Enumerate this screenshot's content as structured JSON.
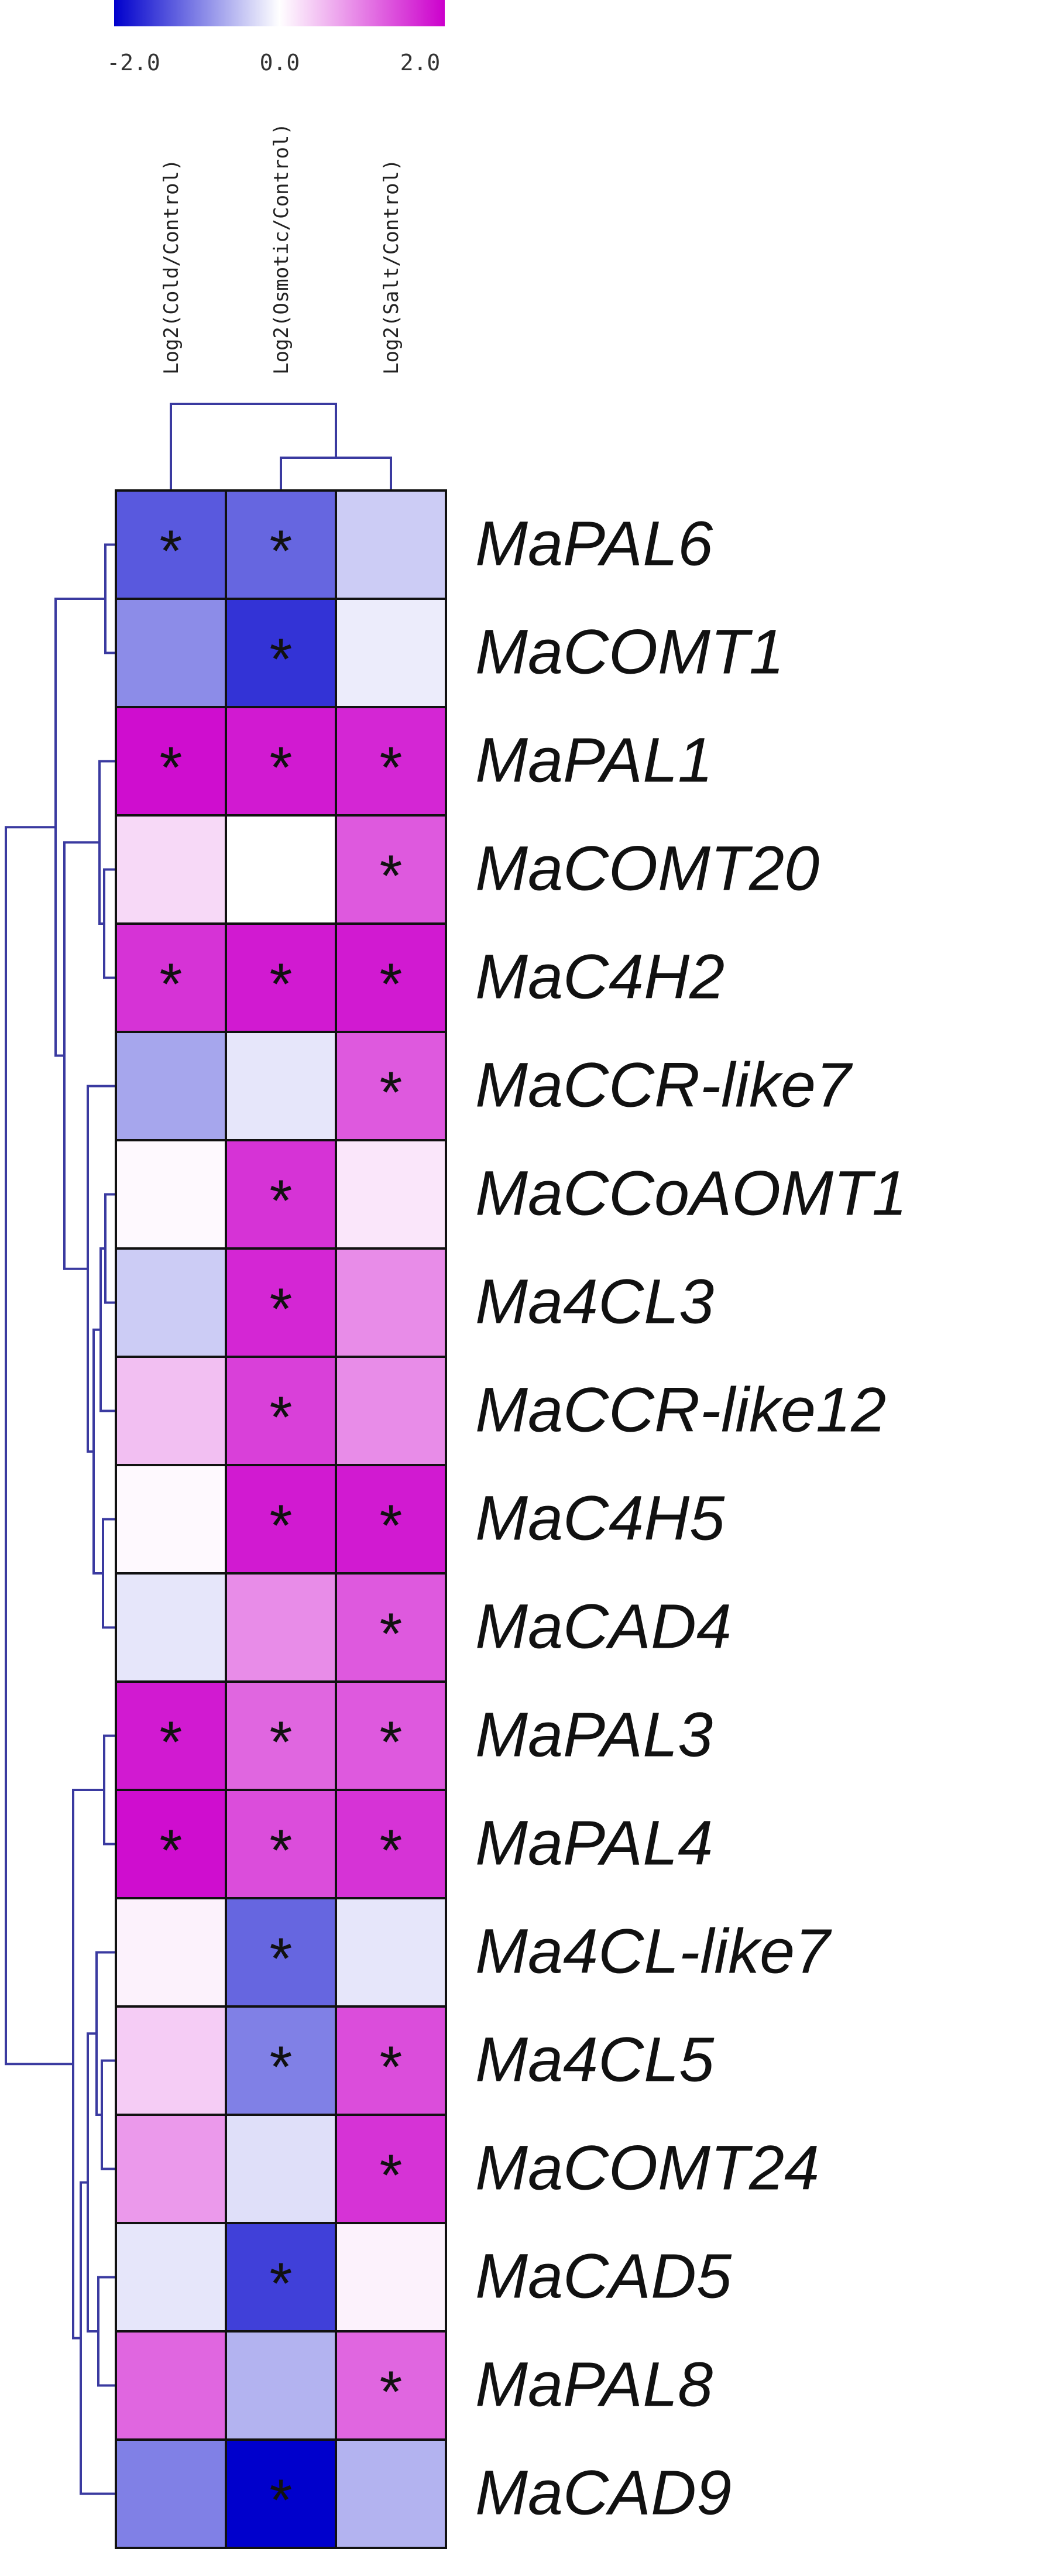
{
  "chart_data": {
    "type": "heatmap",
    "colorbar": {
      "tick_labels": [
        "-2.0",
        "0.0",
        "2.0"
      ],
      "range": [
        -2.0,
        2.0
      ],
      "colors": {
        "low": "#0000cc",
        "mid": "#ffffff",
        "high": "#cc00cc"
      }
    },
    "columns": [
      "Log2(Cold/Control)",
      "Log2(Osmotic/Control)",
      "Log2(Salt/Control)"
    ],
    "rows": [
      "MaPAL6",
      "MaCOMT1",
      "MaPAL1",
      "MaCOMT20",
      "MaC4H2",
      "MaCCR-like7",
      "MaCCoAOMT1",
      "Ma4CL3",
      "MaCCR-like12",
      "MaC4H5",
      "MaCAD4",
      "MaPAL3",
      "MaPAL4",
      "Ma4CL-like7",
      "Ma4CL5",
      "MaCOMT24",
      "MaCAD5",
      "MaPAL8",
      "MaCAD9"
    ],
    "values": [
      [
        -1.3,
        -1.2,
        -0.4
      ],
      [
        -0.9,
        -1.6,
        -0.15
      ],
      [
        1.9,
        1.8,
        1.7
      ],
      [
        0.3,
        0.0,
        1.3
      ],
      [
        1.6,
        1.8,
        1.8
      ],
      [
        -0.7,
        -0.2,
        1.3
      ],
      [
        0.05,
        1.6,
        0.2
      ],
      [
        -0.4,
        1.7,
        0.9
      ],
      [
        0.5,
        1.5,
        0.9
      ],
      [
        0.05,
        1.8,
        1.8
      ],
      [
        -0.2,
        0.9,
        1.3
      ],
      [
        1.8,
        1.2,
        1.3
      ],
      [
        1.9,
        1.4,
        1.6
      ],
      [
        0.1,
        -1.2,
        -0.2
      ],
      [
        0.4,
        -1.0,
        1.4
      ],
      [
        0.8,
        -0.25,
        1.6
      ],
      [
        -0.2,
        -1.5,
        0.1
      ],
      [
        1.2,
        -0.6,
        1.2
      ],
      [
        -1.0,
        -2.0,
        -0.6
      ]
    ],
    "significant": [
      [
        true,
        true,
        false
      ],
      [
        false,
        true,
        false
      ],
      [
        true,
        true,
        true
      ],
      [
        false,
        false,
        true
      ],
      [
        true,
        true,
        true
      ],
      [
        false,
        false,
        true
      ],
      [
        false,
        true,
        false
      ],
      [
        false,
        true,
        false
      ],
      [
        false,
        true,
        false
      ],
      [
        false,
        true,
        true
      ],
      [
        false,
        false,
        true
      ],
      [
        true,
        true,
        true
      ],
      [
        true,
        true,
        true
      ],
      [
        false,
        true,
        false
      ],
      [
        false,
        true,
        true
      ],
      [
        false,
        false,
        true
      ],
      [
        false,
        true,
        false
      ],
      [
        false,
        false,
        true
      ],
      [
        false,
        true,
        false
      ]
    ],
    "significance_marker": "*"
  }
}
